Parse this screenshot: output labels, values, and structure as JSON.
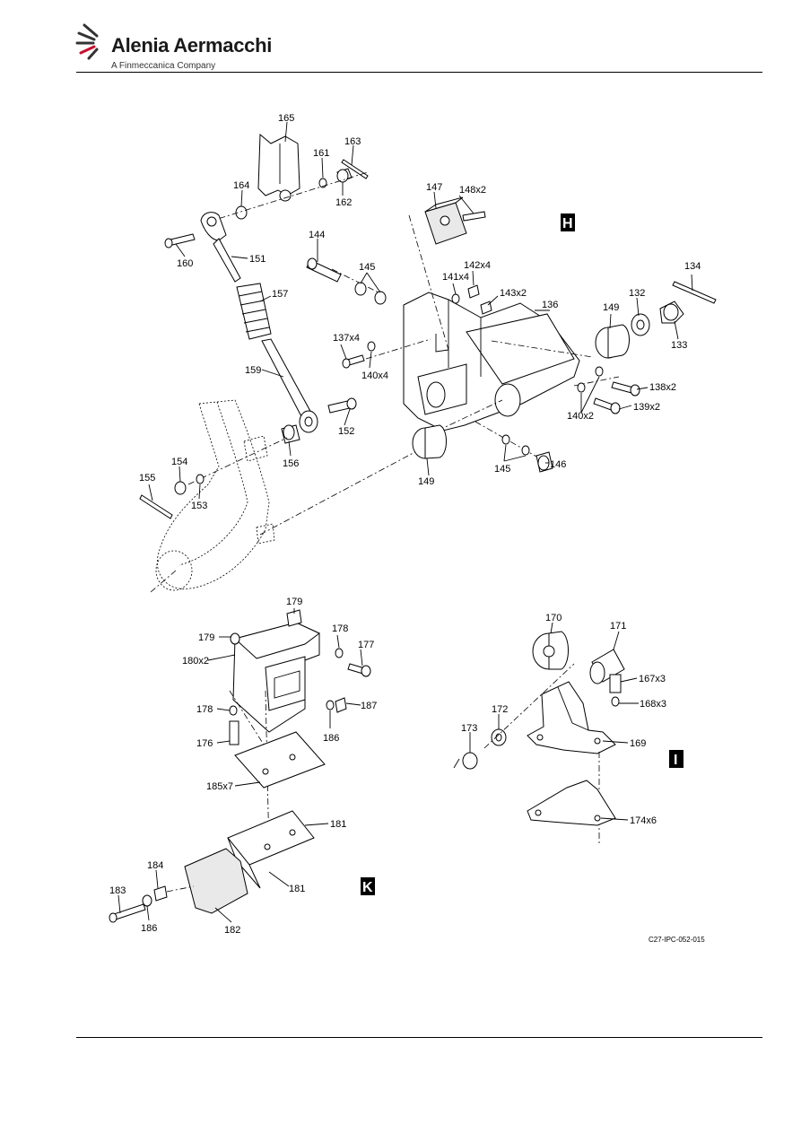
{
  "header": {
    "brand": "Alenia Aermacchi",
    "tagline": "A Finmeccanica Company",
    "logo_icon": "alenia-swoosh-logo"
  },
  "diagram": {
    "reference": "C27-IPC-052-015",
    "view_labels": [
      "H",
      "I",
      "K"
    ],
    "callouts": [
      {
        "id": "c165",
        "label": "165",
        "qty": ""
      },
      {
        "id": "c163",
        "label": "163",
        "qty": ""
      },
      {
        "id": "c161",
        "label": "161",
        "qty": ""
      },
      {
        "id": "c164",
        "label": "164",
        "qty": ""
      },
      {
        "id": "c162",
        "label": "162",
        "qty": ""
      },
      {
        "id": "c160",
        "label": "160",
        "qty": ""
      },
      {
        "id": "c151",
        "label": "151",
        "qty": ""
      },
      {
        "id": "c144",
        "label": "144",
        "qty": ""
      },
      {
        "id": "c145a",
        "label": "145",
        "qty": ""
      },
      {
        "id": "c147",
        "label": "147",
        "qty": ""
      },
      {
        "id": "c148",
        "label": "148",
        "qty": "x2"
      },
      {
        "id": "c141",
        "label": "141",
        "qty": "x4"
      },
      {
        "id": "c142",
        "label": "142",
        "qty": "x4"
      },
      {
        "id": "c143",
        "label": "143",
        "qty": "x2"
      },
      {
        "id": "c136",
        "label": "136",
        "qty": ""
      },
      {
        "id": "c134",
        "label": "134",
        "qty": ""
      },
      {
        "id": "c132",
        "label": "132",
        "qty": ""
      },
      {
        "id": "c149a",
        "label": "149",
        "qty": ""
      },
      {
        "id": "c133",
        "label": "133",
        "qty": ""
      },
      {
        "id": "c157",
        "label": "157",
        "qty": ""
      },
      {
        "id": "c137",
        "label": "137",
        "qty": "x4"
      },
      {
        "id": "c140a",
        "label": "140",
        "qty": "x4"
      },
      {
        "id": "c159",
        "label": "159",
        "qty": ""
      },
      {
        "id": "c138",
        "label": "138",
        "qty": "x2"
      },
      {
        "id": "c140b",
        "label": "140",
        "qty": "x2"
      },
      {
        "id": "c139",
        "label": "139",
        "qty": "x2"
      },
      {
        "id": "c152",
        "label": "152",
        "qty": ""
      },
      {
        "id": "c156",
        "label": "156",
        "qty": ""
      },
      {
        "id": "c154",
        "label": "154",
        "qty": ""
      },
      {
        "id": "c155",
        "label": "155",
        "qty": ""
      },
      {
        "id": "c153",
        "label": "153",
        "qty": ""
      },
      {
        "id": "c149b",
        "label": "149",
        "qty": ""
      },
      {
        "id": "c145b",
        "label": "145",
        "qty": ""
      },
      {
        "id": "c146",
        "label": "146",
        "qty": ""
      },
      {
        "id": "c179a",
        "label": "179",
        "qty": ""
      },
      {
        "id": "c179b",
        "label": "179",
        "qty": ""
      },
      {
        "id": "c178a",
        "label": "178",
        "qty": ""
      },
      {
        "id": "c177",
        "label": "177",
        "qty": ""
      },
      {
        "id": "c180",
        "label": "180",
        "qty": "x2"
      },
      {
        "id": "c178b",
        "label": "178",
        "qty": ""
      },
      {
        "id": "c187",
        "label": "187",
        "qty": ""
      },
      {
        "id": "c186a",
        "label": "186",
        "qty": ""
      },
      {
        "id": "c176",
        "label": "176",
        "qty": ""
      },
      {
        "id": "c185",
        "label": "185",
        "qty": "x7"
      },
      {
        "id": "c181a",
        "label": "181",
        "qty": ""
      },
      {
        "id": "c184",
        "label": "184",
        "qty": ""
      },
      {
        "id": "c183",
        "label": "183",
        "qty": ""
      },
      {
        "id": "c181b",
        "label": "181",
        "qty": ""
      },
      {
        "id": "c186b",
        "label": "186",
        "qty": ""
      },
      {
        "id": "c182",
        "label": "182",
        "qty": ""
      },
      {
        "id": "c170",
        "label": "170",
        "qty": ""
      },
      {
        "id": "c171",
        "label": "171",
        "qty": ""
      },
      {
        "id": "c167",
        "label": "167",
        "qty": "x3"
      },
      {
        "id": "c168",
        "label": "168",
        "qty": "x3"
      },
      {
        "id": "c172",
        "label": "172",
        "qty": ""
      },
      {
        "id": "c173",
        "label": "173",
        "qty": ""
      },
      {
        "id": "c169",
        "label": "169",
        "qty": ""
      },
      {
        "id": "c174",
        "label": "174",
        "qty": "x6"
      }
    ]
  }
}
